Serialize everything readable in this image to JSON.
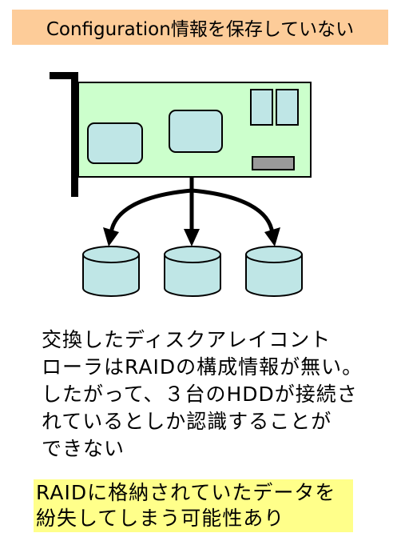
{
  "title": "Configuration情報を保存していない",
  "description": {
    "lines": [
      "交換したディスクアレイコント",
      "ローラはRAIDの構成情報が無い。",
      "したがって、３台のHDDが接続さ",
      "れているとしか認識することが",
      "できない"
    ]
  },
  "warning": {
    "lines": [
      "RAIDに格納されていたデータを",
      "紛失してしまう可能性あり"
    ]
  },
  "colors": {
    "title_bg": "#fdcc99",
    "board": "#ccffcc",
    "chip": "#bfe6e6",
    "disk": "#bfe6e6",
    "connector": "#9a9a9a",
    "warning_bg": "#ffff8a"
  },
  "icons": [
    "raid-controller-card-icon",
    "hard-disk-icon"
  ]
}
